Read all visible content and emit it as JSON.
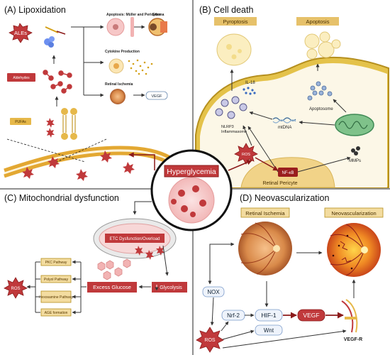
{
  "panels": {
    "a": {
      "title": "(A) Lipoxidation",
      "ales": "ALEs",
      "aldehydes": "Aldehydes",
      "pufas": "PUFAs",
      "apoptosis": "Apoptosis: Müller and Pericytes",
      "edema": "Edema",
      "cytokine": "Cytokine Production",
      "ischemia": "Retinal Ischemia",
      "vegf": "VEGF"
    },
    "b": {
      "title": "(B) Cell death",
      "pyroptosis": "Pyroptosis",
      "apoptosis": "Apoptosis",
      "il18": "IL-18",
      "nlrp3": "NLRP3\nInflammasome",
      "mtdna": "mtDNA",
      "apoptosome": "Apoptosome",
      "ros": "ROS",
      "nfkb": "NF-κB",
      "mmps": "MMPs",
      "pericyte": "Retinal Pericyte"
    },
    "center": {
      "title": "Hyperglycemia"
    },
    "c": {
      "title": "(C) Mitochondrial dysfunction",
      "etc": "ETC Dysfunction/Overload",
      "glycolysis": "Glycolysis",
      "glucose": "Excess Glucose",
      "ros": "ROS",
      "pathways": [
        "PKC Pathway",
        "Polyol Pathway",
        "Hexosamine Pathway",
        "AGE formation"
      ]
    },
    "d": {
      "title": "(D) Neovascularization",
      "ischemia": "Retinal Ischemia",
      "neovasc": "Neovascularization",
      "nox": "NOX",
      "nrf2": "Nrf-2",
      "hif1": "HIF-1",
      "vegf": "VEGF",
      "wnt": "Wnt",
      "ros": "ROS",
      "vegfr": "VEGF-R"
    }
  },
  "colors": {
    "red": "#c0393b",
    "dark_red": "#8b1a1a",
    "gold": "#d4a017",
    "tan": "#f3dca0",
    "orange": "#e8823a"
  }
}
